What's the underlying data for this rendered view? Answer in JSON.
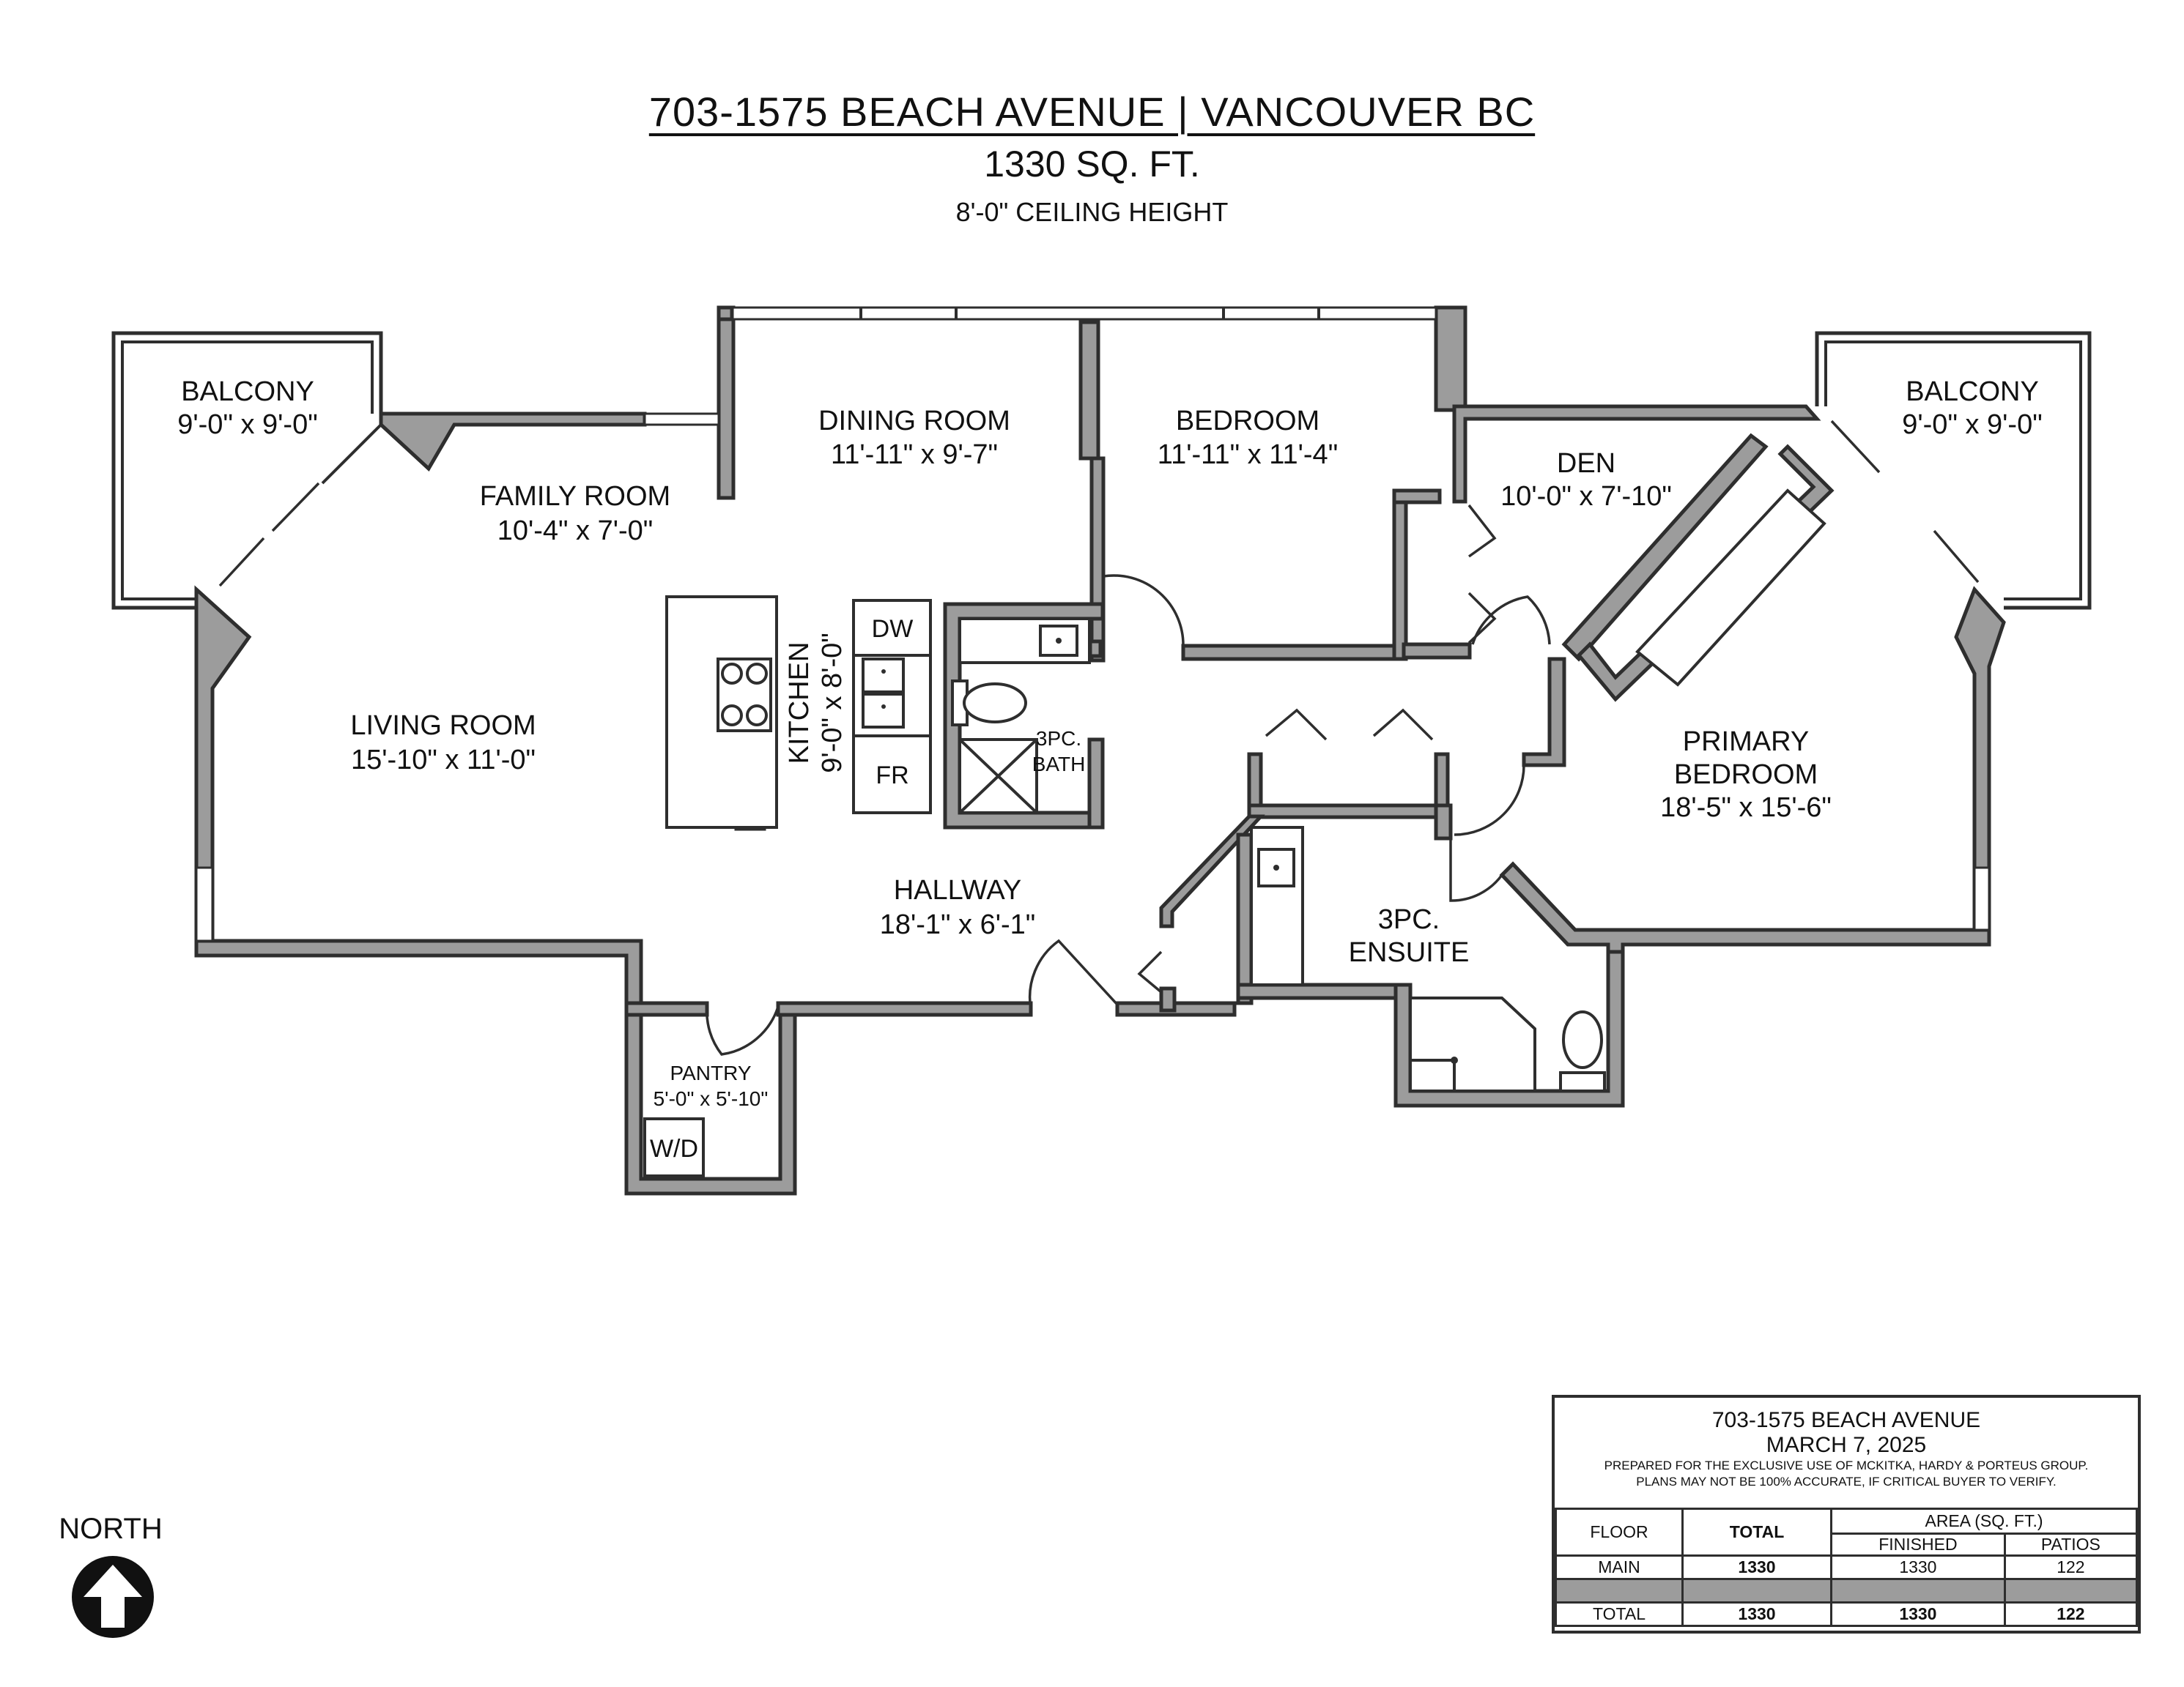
{
  "header": {
    "title": "703-1575 BEACH AVENUE | VANCOUVER BC",
    "area": "1330 SQ. FT.",
    "ceiling": "8'-0\" CEILING HEIGHT"
  },
  "rooms": {
    "balcony_west": {
      "name": "BALCONY",
      "size": "9'-0\" x 9'-0\""
    },
    "balcony_east": {
      "name": "BALCONY",
      "size": "9'-0\" x 9'-0\""
    },
    "family_room": {
      "name": "FAMILY ROOM",
      "size": "10'-4\" x 7'-0\""
    },
    "dining_room": {
      "name": "DINING ROOM",
      "size": "11'-11\" x 9'-7\""
    },
    "bedroom": {
      "name": "BEDROOM",
      "size": "11'-11\" x 11'-4\""
    },
    "den": {
      "name": "DEN",
      "size": "10'-0\" x 7'-10\""
    },
    "living_room": {
      "name": "LIVING ROOM",
      "size": "15'-10\" x 11'-0\""
    },
    "kitchen": {
      "name": "KITCHEN",
      "size": "9'-0\" x 8'-0\""
    },
    "bath": {
      "name1": "3PC.",
      "name2": "BATH"
    },
    "primary_bedroom": {
      "name1": "PRIMARY",
      "name2": "BEDROOM",
      "size": "18'-5\" x 15'-6\""
    },
    "hallway": {
      "name": "HALLWAY",
      "size": "18'-1\" x 6'-1\""
    },
    "ensuite": {
      "name1": "3PC.",
      "name2": "ENSUITE"
    },
    "pantry": {
      "name": "PANTRY",
      "size": "5'-0\" x 5'-10\""
    }
  },
  "appliances": {
    "dishwasher": "DW",
    "fridge": "FR",
    "washer_dryer": "W/D"
  },
  "compass": {
    "label": "NORTH",
    "icon": "north-arrow-icon"
  },
  "title_block": {
    "address": "703-1575 BEACH AVENUE",
    "date": "MARCH 7, 2025",
    "note1": "PREPARED FOR THE EXCLUSIVE USE OF MCKITKA, HARDY & PORTEUS GROUP.",
    "note2": "PLANS MAY NOT BE 100% ACCURATE, IF CRITICAL BUYER TO VERIFY.",
    "col_floor": "FLOOR",
    "col_total": "TOTAL",
    "col_area": "AREA (SQ. FT.)",
    "col_finished": "FINISHED",
    "col_patios": "PATIOS",
    "rows": [
      {
        "floor": "MAIN",
        "total": "1330",
        "finished": "1330",
        "patios": "122"
      },
      {
        "floor": "TOTAL",
        "total": "1330",
        "finished": "1330",
        "patios": "122"
      }
    ]
  },
  "colors": {
    "wall": "#9c9c9c",
    "line": "#2e2e2e"
  }
}
